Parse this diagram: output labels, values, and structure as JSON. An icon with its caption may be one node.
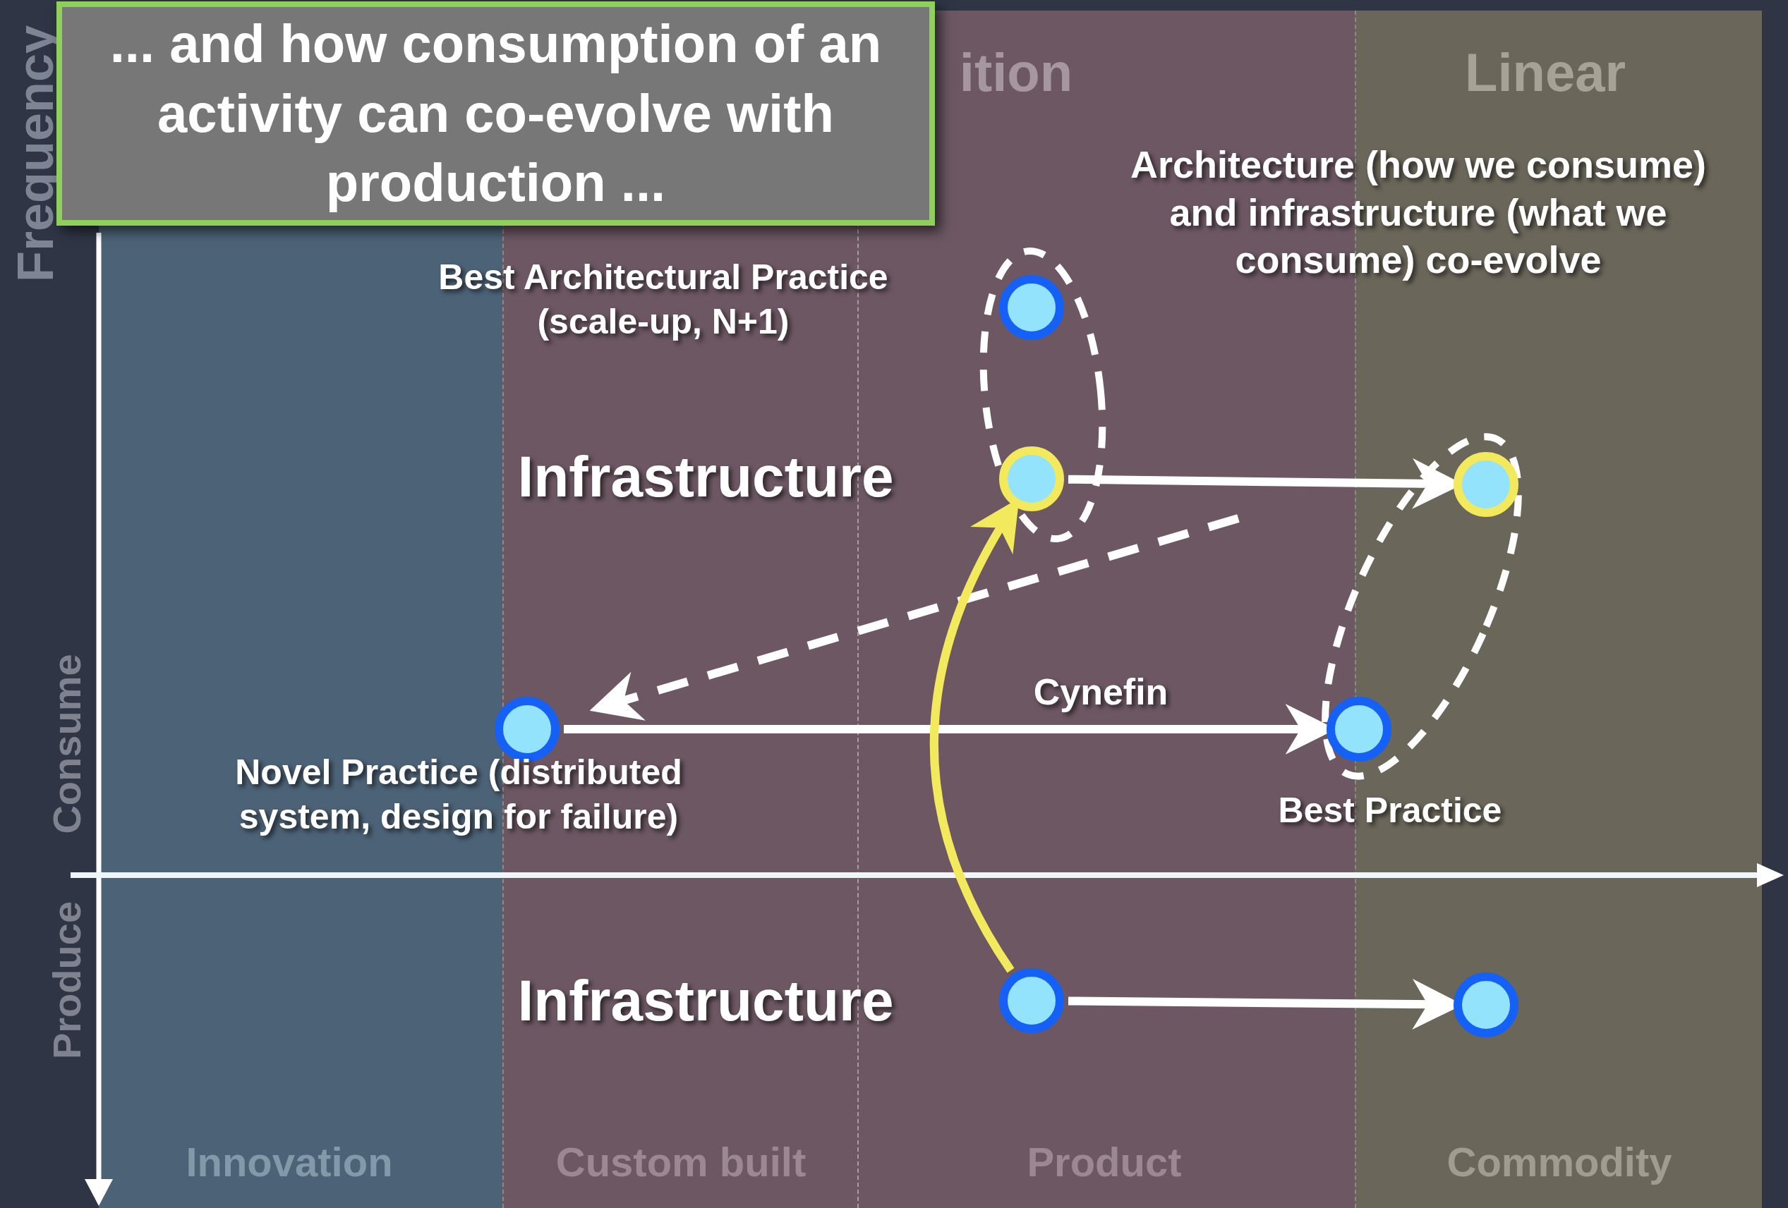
{
  "diagram": {
    "title": "... and how consumption of an activity can co-evolve with production ...",
    "nodes": [
      {
        "text": [],
        "shape": "circle",
        "beside": [
          "Best Architectural Practice (scale-up, N+1)"
        ]
      },
      {
        "text": [],
        "shape": "circle",
        "beside": [
          "Infrastructure"
        ]
      },
      {
        "text": [],
        "shape": "circle"
      },
      {
        "text": [],
        "shape": "circle",
        "beside": [
          "Novel Practice (distributed system, design for failure)"
        ]
      },
      {
        "text": [],
        "shape": "circle",
        "beside": [
          "Best Practice"
        ]
      },
      {
        "text": [],
        "shape": "circle",
        "beside": [
          "Infrastructure"
        ]
      },
      {
        "text": [],
        "shape": "circle"
      }
    ],
    "edges": [
      {
        "from": 1,
        "to": 2,
        "arrow": "to"
      },
      {
        "from": 3,
        "to": 4,
        "arrow": "to",
        "label": "Cynefin"
      },
      {
        "from": null,
        "to": 3,
        "arrow": "to",
        "style": "dashed"
      },
      {
        "from": 5,
        "to": 1,
        "arrow": "to",
        "color": "#f2ea5c"
      },
      {
        "from": 5,
        "to": 6,
        "arrow": "to"
      }
    ],
    "labels": [
      "Frequency",
      "ition",
      "Linear",
      "Architecture (how we consume) and infrastructure (what we consume) co-evolve",
      "Consume",
      "Produce",
      "Innovation",
      "Custom built",
      "Product",
      "Commodity"
    ]
  }
}
